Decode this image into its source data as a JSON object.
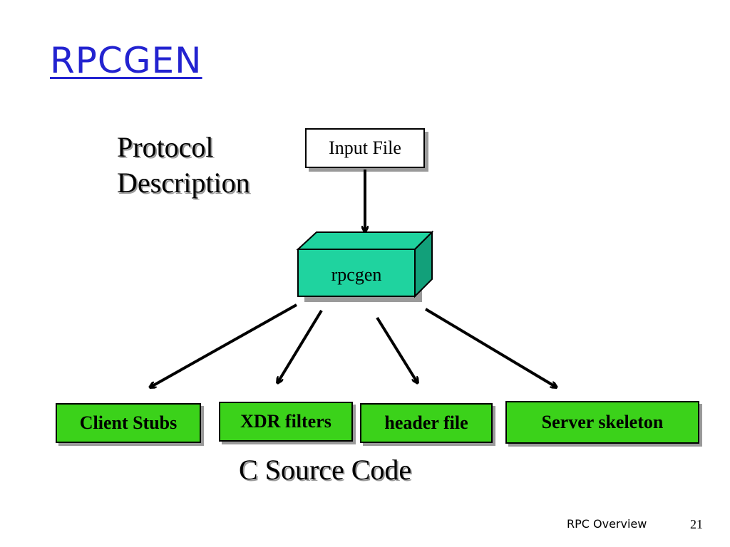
{
  "slide": {
    "title": "RPCGEN",
    "protocol_line1": "Protocol",
    "protocol_line2": "Description",
    "input_label": "Input File",
    "processor_label": "rpcgen",
    "outputs": [
      "Client Stubs",
      "XDR filters",
      "header file",
      "Server skeleton"
    ],
    "caption": "C Source Code",
    "footer_left": "RPC Overview",
    "page_number": "21"
  },
  "colors": {
    "title": "#2323d0",
    "processor_fill": "#1fd39f",
    "output_fill": "#3bd21a",
    "shadow": "#9a9a9a"
  }
}
